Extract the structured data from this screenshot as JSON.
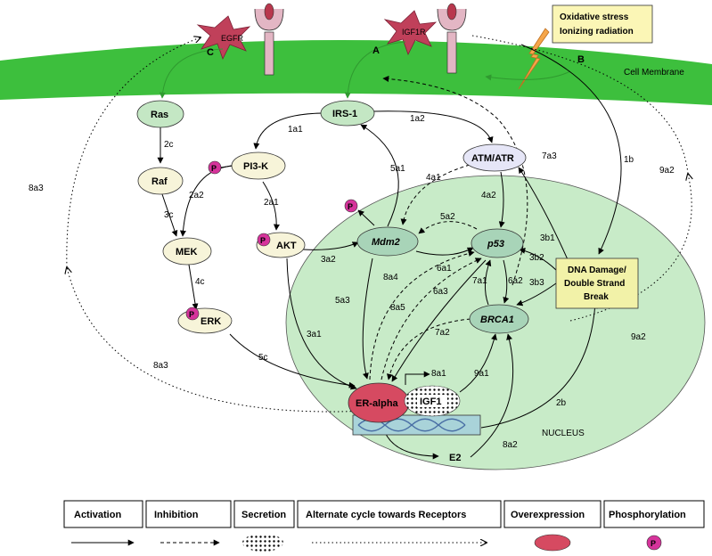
{
  "labels": {
    "cell_membrane": "Cell Membrane",
    "nucleus": "NUCLEUS",
    "stress_line1": "Oxidative stress",
    "stress_line2": "Ionizing radiation",
    "dna_line1": "DNA Damage/",
    "dna_line2": "Double Strand",
    "dna_line3": "Break"
  },
  "receptors": {
    "egfr": "EGFR",
    "igf1r": "IGF1R"
  },
  "nodes": {
    "ras": "Ras",
    "raf": "Raf",
    "mek": "MEK",
    "erk": "ERK",
    "irs1": "IRS-1",
    "pi3k": "PI3-K",
    "akt": "AKT",
    "atm": "ATM/ATR",
    "mdm2": "Mdm2",
    "p53": "p53",
    "brca1": "BRCA1",
    "er": "ER-alpha",
    "igf1": "IGF1",
    "e2": "E2",
    "phospho": "P"
  },
  "pathway_letters": {
    "a": "A",
    "b": "B",
    "c": "C"
  },
  "edges": {
    "e2c": "2c",
    "e3c": "3c",
    "e4c": "4c",
    "e5c": "5c",
    "e1a1": "1a1",
    "e1a2": "1a2",
    "e2a1": "2a1",
    "e2a2": "2a2",
    "e3a2": "3a2",
    "e3a1": "3a1",
    "e5a1": "5a1",
    "e5a3": "5a3",
    "e4a1": "4a1",
    "e4a2": "4a2",
    "e5a2": "5a2",
    "e6a1": "6a1",
    "e7a3": "7a3",
    "e1b": "1b",
    "e9a2_top": "9a2",
    "e9a2_bot": "9a2",
    "e8a3_top": "8a3",
    "e8a3_bot": "8a3",
    "e3b1": "3b1",
    "e3b2": "3b2",
    "e3b3": "3b3",
    "e8a4": "8a4",
    "e8a5": "8a5",
    "e6a3": "6a3",
    "e7a1": "7a1",
    "e6a2": "6a2",
    "e7a2": "7a2",
    "e8a1": "8a1",
    "e9a1": "9a1",
    "e8a2": "8a2",
    "e2b": "2b"
  },
  "legend": {
    "activation": "Activation",
    "inhibition": "Inhibition",
    "secretion": "Secretion",
    "alternate": "Alternate cycle towards Receptors",
    "overexpression": "Overexpression",
    "phosphorylation": "Phosphorylation",
    "p_symbol": "P"
  },
  "colors": {
    "membrane": "#3dbf3d",
    "nucleus": "#c8ebc8",
    "node_beige": "#f7f4d9",
    "node_green": "#c4e7c4",
    "node_lavender": "#e6e6f7",
    "er_red": "#d64a61",
    "star_red": "#c0405a",
    "phospho_magenta": "#d6339b",
    "stress_box": "#fbf6b6",
    "dna_box": "#f2f2a8",
    "green_arrow": "#2f9a2f"
  }
}
